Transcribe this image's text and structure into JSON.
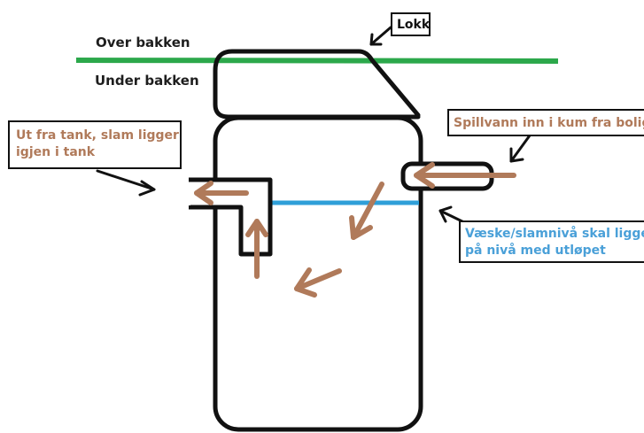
{
  "labels": {
    "over_ground": "Over bakken",
    "under_ground": "Under bakken",
    "lid": "Lokk",
    "outlet_line1": "Ut fra tank, slam ligger",
    "outlet_line2": "igjen i tank",
    "inlet": "Spillvann inn i kum fra bolig",
    "level_line1": "Væske/slamnivå skal ligge",
    "level_line2": "på nivå med utløpet"
  },
  "colors": {
    "ground": "#2ca84b",
    "liquid": "#2f9fd8",
    "flow": "#b07a5a",
    "outline": "#111111"
  }
}
